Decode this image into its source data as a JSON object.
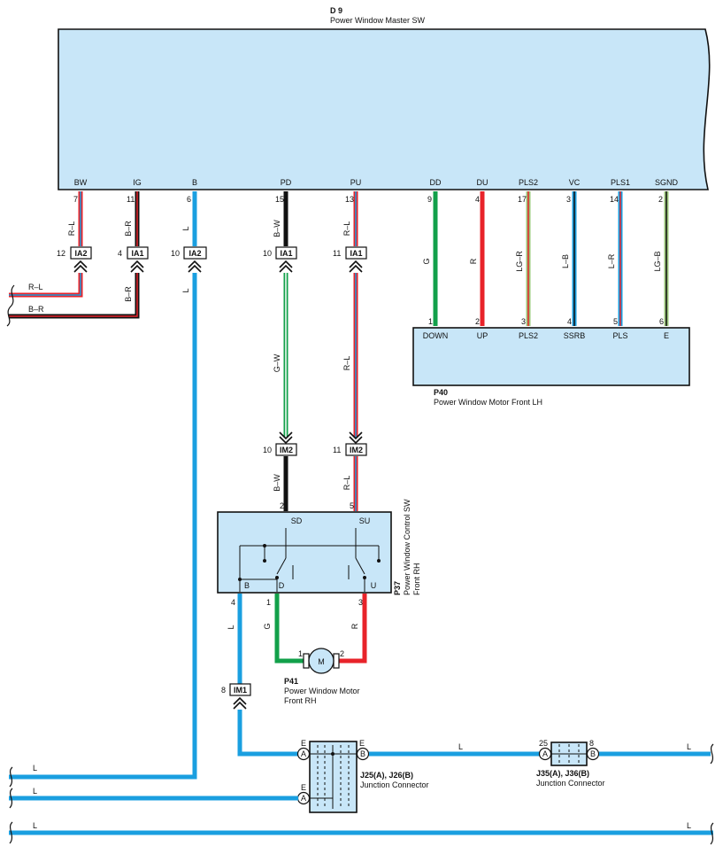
{
  "master_sw": {
    "code": "D 9",
    "name": "Power Window Master SW",
    "pins": [
      {
        "label": "BW",
        "num": "7"
      },
      {
        "label": "IG",
        "num": "11"
      },
      {
        "label": "B",
        "num": "6"
      },
      {
        "label": "PD",
        "num": "15"
      },
      {
        "label": "PU",
        "num": "13"
      },
      {
        "label": "DD",
        "num": "9"
      },
      {
        "label": "DU",
        "num": "4"
      },
      {
        "label": "PLS2",
        "num": "17"
      },
      {
        "label": "VC",
        "num": "3"
      },
      {
        "label": "PLS1",
        "num": "14"
      },
      {
        "label": "SGND",
        "num": "2"
      }
    ]
  },
  "upper_connectors": [
    {
      "pin": "12",
      "name": "IA2",
      "wire": "R–L"
    },
    {
      "pin": "4",
      "name": "IA1",
      "wire": "B–R"
    },
    {
      "pin": "10",
      "name": "IA2",
      "wire": "L"
    },
    {
      "pin": "10",
      "name": "IA1",
      "wire": "B–W"
    },
    {
      "pin": "11",
      "name": "IA1",
      "wire": "R–L"
    }
  ],
  "left_wires": {
    "top": "R–L",
    "bottom": "B–R",
    "lower_b_r": "B–R",
    "lower_l": "L"
  },
  "wires_mid": {
    "pd": "G–W",
    "pu": "R–L",
    "lower_pd": "B–W",
    "lower_pu": "R–L"
  },
  "motor_lh_wires": [
    {
      "color": "G",
      "pin": "1",
      "label": "DOWN"
    },
    {
      "color": "R",
      "pin": "2",
      "label": "UP"
    },
    {
      "color": "LG–R",
      "pin": "3",
      "label": "PLS2"
    },
    {
      "color": "L–B",
      "pin": "4",
      "label": "SSRB"
    },
    {
      "color": "L–R",
      "pin": "5",
      "label": "PLS"
    },
    {
      "color": "LG–B",
      "pin": "6",
      "label": "E"
    }
  ],
  "motor_lh": {
    "code": "P40",
    "name": "Power Window Motor Front LH"
  },
  "im2": [
    {
      "pin": "10",
      "name": "IM2"
    },
    {
      "pin": "11",
      "name": "IM2"
    }
  ],
  "control_sw": {
    "code": "P37",
    "name1": "Power Window Control SW",
    "name2": "Front RH",
    "pins": {
      "sd_num": "2",
      "sd": "SD",
      "su_num": "5",
      "su": "SU",
      "b": "B",
      "d": "D",
      "u": "U",
      "b_num": "4",
      "d_num": "1",
      "u_num": "3"
    }
  },
  "motor_rh": {
    "code": "P41",
    "name1": "Power Window Motor",
    "name2": "Front RH",
    "symbol": "M",
    "pin1": "1",
    "pin2": "2",
    "wire_g": "G",
    "wire_r": "R"
  },
  "im1": {
    "pin": "8",
    "name": "IM1",
    "wire": "L"
  },
  "j25": {
    "code": "J25(A), J26(B)",
    "name": "Junction Connector",
    "e1": "E",
    "e2": "E",
    "e3": "E",
    "a": "A",
    "b": "B"
  },
  "j35": {
    "code": "J35(A), J36(B)",
    "name": "Junction Connector",
    "p25": "25",
    "p8": "8",
    "a": "A",
    "b": "B"
  },
  "bottom_wires": [
    "L",
    "L",
    "L",
    "L",
    "L",
    "L"
  ],
  "colors": {
    "blue": "#1a9fe0",
    "green": "#12a04a",
    "red": "#e8232a",
    "box": "#c8e6f8"
  }
}
